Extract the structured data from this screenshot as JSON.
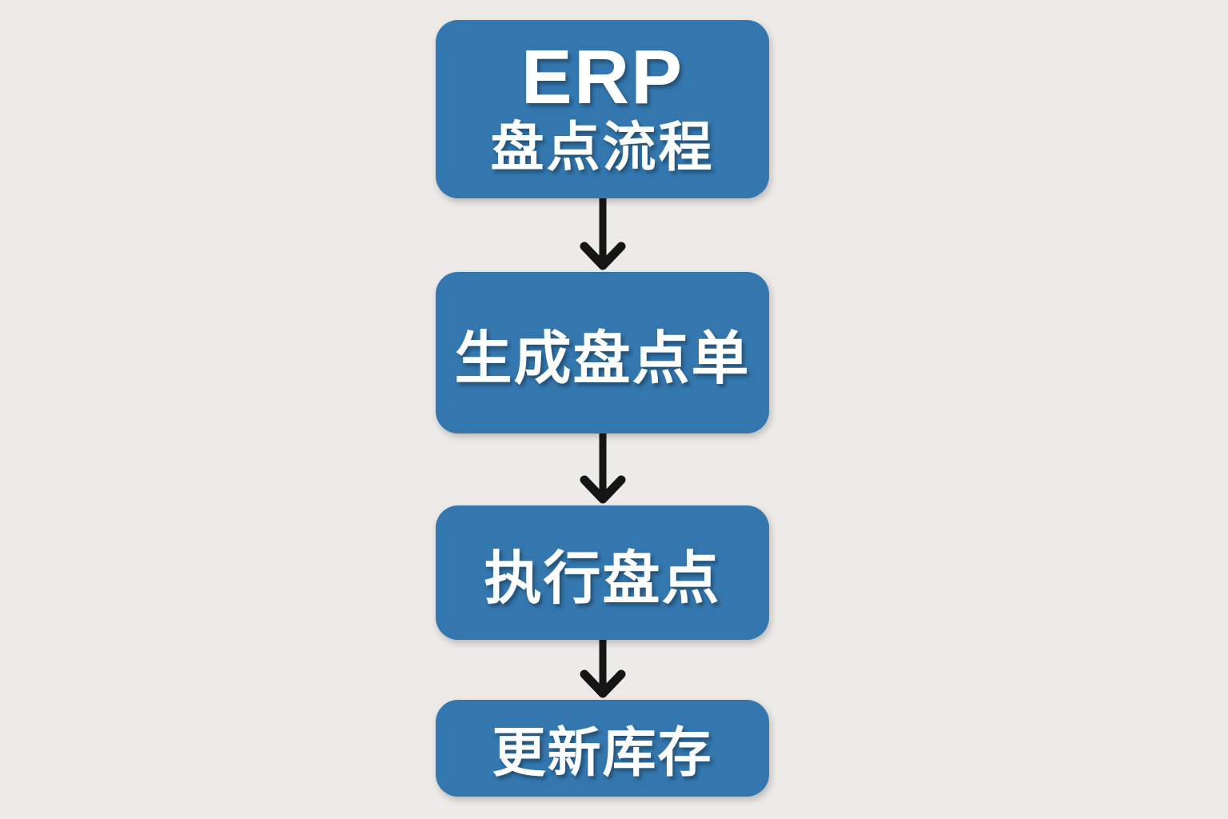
{
  "flowchart": {
    "nodes": [
      {
        "id": "start",
        "line1": "ERP",
        "line2": "盘点流程"
      },
      {
        "id": "generate",
        "label": "生成盘点单"
      },
      {
        "id": "execute",
        "label": "执行盘点"
      },
      {
        "id": "update",
        "label": "更新库存"
      }
    ],
    "connectors": [
      {
        "from": "start",
        "to": "generate",
        "type": "arrow-down"
      },
      {
        "from": "generate",
        "to": "execute",
        "type": "arrow-down"
      },
      {
        "from": "execute",
        "to": "update",
        "type": "arrow-down"
      }
    ],
    "colors": {
      "background": "#edebe8",
      "node_fill": "#3377ae",
      "node_text": "#ffffff",
      "arrow": "#151515"
    }
  }
}
